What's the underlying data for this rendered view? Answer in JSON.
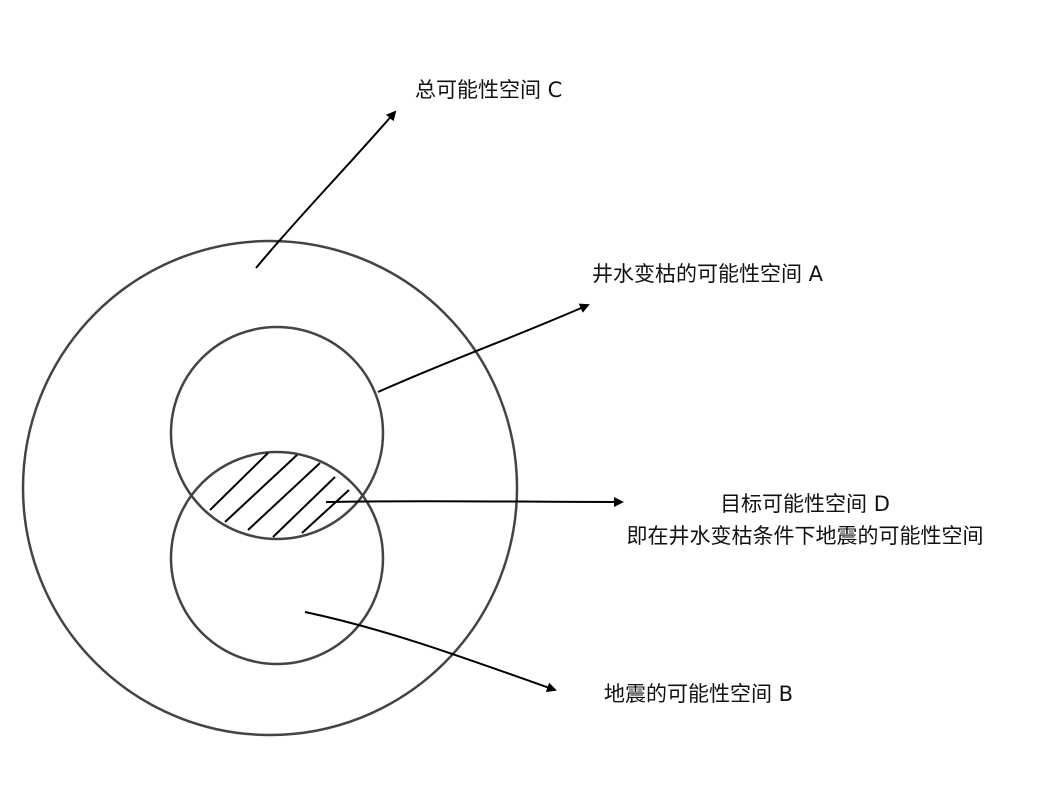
{
  "labels": {
    "c": "总可能性空间  C",
    "a": "井水变枯的可能性空间  A",
    "d_line1": "目标可能性空间 D",
    "d_line2": "即在井水变枯条件下地震的可能性空间",
    "b": "地震的可能性空间  B"
  },
  "colors": {
    "circle": "#444444",
    "arrow": "#000000"
  }
}
